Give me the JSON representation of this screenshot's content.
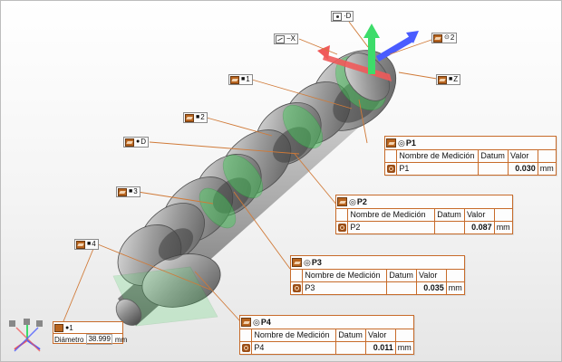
{
  "flags": {
    "d_top": "·D",
    "minus_x": "−X",
    "two": "2",
    "z": "Z",
    "one": "1",
    "two_b": "2",
    "d_left": "D",
    "three": "3",
    "four": "4",
    "one_bottom": "1"
  },
  "tables": [
    {
      "title": "P1",
      "headers": [
        "Nombre de Medición",
        "Datum",
        "Valor"
      ],
      "row": {
        "name": "P1",
        "datum": "",
        "value": "0.030",
        "unit": "mm"
      }
    },
    {
      "title": "P2",
      "headers": [
        "Nombre de Medición",
        "Datum",
        "Valor"
      ],
      "row": {
        "name": "P2",
        "datum": "",
        "value": "0.087",
        "unit": "mm"
      }
    },
    {
      "title": "P3",
      "headers": [
        "Nombre de Medición",
        "Datum",
        "Valor"
      ],
      "row": {
        "name": "P3",
        "datum": "",
        "value": "0.035",
        "unit": "mm"
      }
    },
    {
      "title": "P4",
      "headers": [
        "Nombre de Medición",
        "Datum",
        "Valor"
      ],
      "row": {
        "name": "P4",
        "datum": "",
        "value": "0.011",
        "unit": "mm"
      }
    }
  ],
  "diameter": {
    "label": "Diámetro",
    "value": "38.999",
    "unit": "mm"
  },
  "colors": {
    "accent": "#c76b2a",
    "axis_x": "#f05a5a",
    "axis_y": "#3ddc6a",
    "axis_z": "#4a5cff",
    "part": "#8c8c8c"
  },
  "icons": [
    "datum-flag-icon",
    "measurement-table-icon",
    "gear-icon",
    "view-triad-icon"
  ]
}
